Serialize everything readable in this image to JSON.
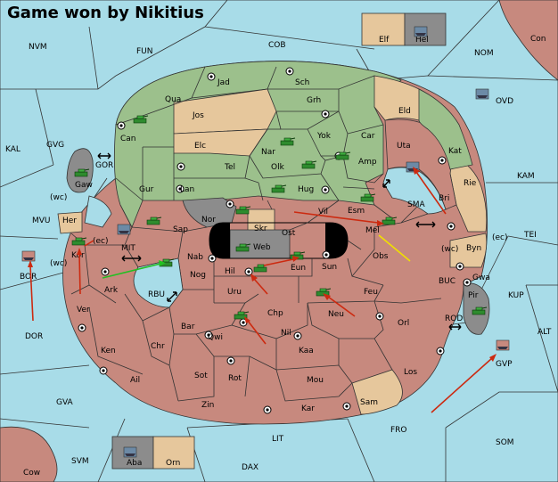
{
  "title": "Game won by Nikitius",
  "colors": {
    "sea": "#a8dce8",
    "player_green": "#9cc08c",
    "player_red": "#c7897e",
    "neutral_tan": "#e6c79c",
    "impassable": "#8c8c8c",
    "order_move": "#cc2a10",
    "order_support": "#f0e000",
    "order_convoy": "#22c022"
  },
  "provinces": {
    "NVM": "NVM",
    "FUN": "FUN",
    "COB": "COB",
    "NOM": "NOM",
    "Con": "Con",
    "Elf": "Elf",
    "Hel": "Hel",
    "OVD": "OVD",
    "Jad": "Jad",
    "Sch": "Sch",
    "Qua": "Qua",
    "Jos": "Jos",
    "Grh": "Grh",
    "Eld": "Eld",
    "Can": "Can",
    "KAL": "KAL",
    "GVG": "GVG",
    "Elc": "Elc",
    "Nar": "Nar",
    "Yok": "Yok",
    "Car": "Car",
    "Uta": "Uta",
    "Kat": "Kat",
    "KAM": "KAM",
    "Amp": "Amp",
    "Olk": "Olk",
    "Tel": "Tel",
    "Gaw": "Gaw",
    "GOR": "GOR",
    "Gur": "Gur",
    "Lan": "Lan",
    "Hug": "Hug",
    "Rie": "Rie",
    "Bri": "Bri",
    "SMA": "SMA",
    "wc": "(wc)",
    "ec": "(ec)",
    "MVU": "MVU",
    "Her": "Her",
    "Nor": "Nor",
    "Skr": "Skr",
    "Vil": "Vil",
    "Esm": "Esm",
    "Sap": "Sap",
    "Mel": "Mel",
    "Ost": "Ost",
    "Byn": "Byn",
    "TEI": "TEI",
    "Kor": "Kor",
    "MIT": "MIT",
    "Web": "Web",
    "BOR": "BOR",
    "Nab": "Nab",
    "Eun": "Eun",
    "Obs": "Obs",
    "Gwa": "Gwa",
    "Ark": "Ark",
    "Hil": "Hil",
    "Sun": "Sun",
    "BUC": "BUC",
    "KUP": "KUP",
    "RBU": "RBU",
    "Nog": "Nog",
    "Uru": "Uru",
    "Feu": "Feu",
    "Pir": "Pir",
    "Ver": "Ver",
    "Chp": "Chp",
    "Neu": "Neu",
    "Orl": "Orl",
    "DOR": "DOR",
    "Bar": "Bar",
    "Qwi": "Qwi",
    "Nil": "Nil",
    "ROD": "ROD",
    "ALT": "ALT",
    "Ken": "Ken",
    "Chr": "Chr",
    "Kaa": "Kaa",
    "GVP": "GVP",
    "Sot": "Sot",
    "Rot": "Rot",
    "Mou": "Mou",
    "Los": "Los",
    "Ail": "Ail",
    "GVA": "GVA",
    "Zin": "Zin",
    "Kar": "Kar",
    "Sam": "Sam",
    "FRO": "FRO",
    "LIT": "LIT",
    "SOM": "SOM",
    "Aba": "Aba",
    "Orn": "Orn",
    "SVM": "SVM",
    "DAX": "DAX",
    "Cow": "Cow"
  }
}
